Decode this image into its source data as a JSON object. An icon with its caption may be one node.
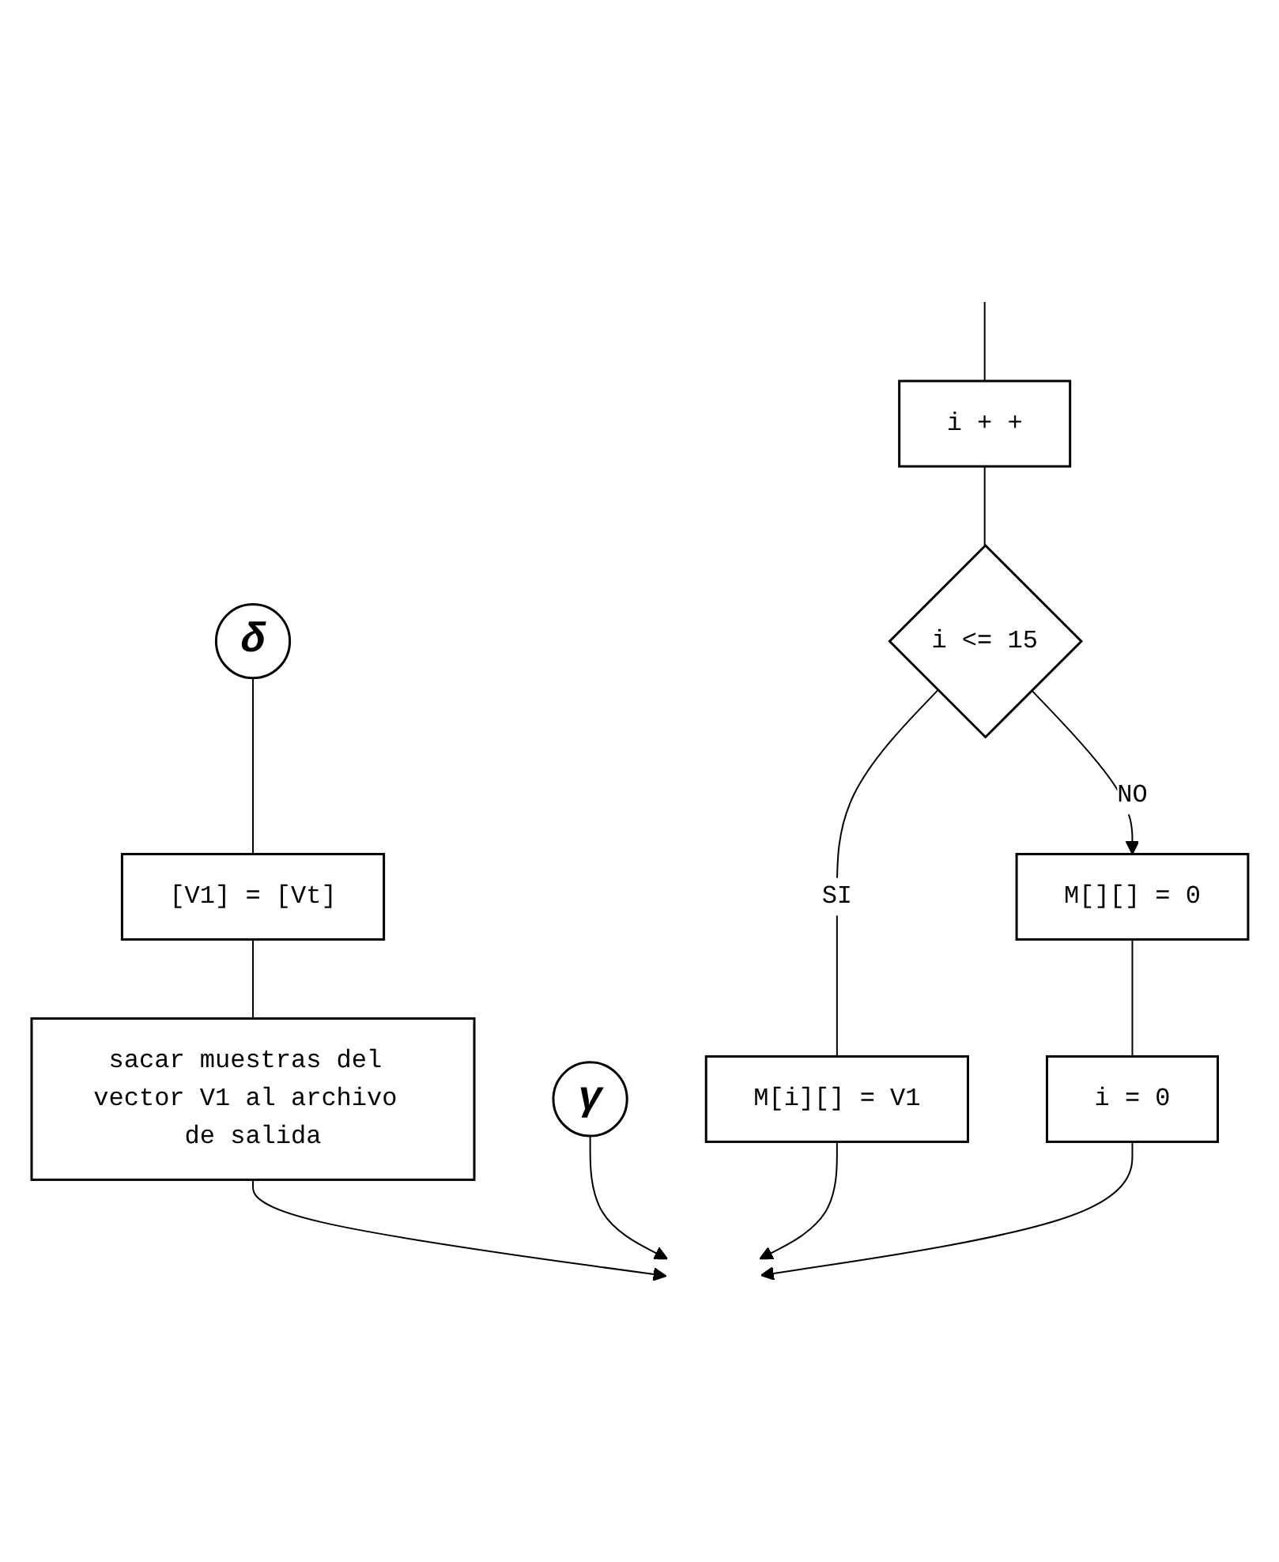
{
  "diagram": {
    "nodes": [
      {
        "text": [
          "δ"
        ]
      },
      {
        "text": [
          "γ"
        ]
      },
      {
        "text": [
          "[V1] = [Vt]"
        ]
      },
      {
        "text": [
          "sacar muestras del vector V1 al archivo de salida"
        ]
      },
      {
        "text": [
          "i + +"
        ]
      },
      {
        "text": [
          "i <= 15"
        ]
      },
      {
        "text": [
          "M[i][] = V1"
        ]
      },
      {
        "text": [
          "M[][] = 0"
        ]
      },
      {
        "text": [
          "i = 0"
        ]
      }
    ],
    "edges": [
      {
        "from": 0,
        "to": 2,
        "arrow": "none"
      },
      {
        "from": 2,
        "to": 3,
        "arrow": "none"
      },
      {
        "from": 3,
        "to": null,
        "arrow": "to"
      },
      {
        "from": null,
        "to": 4,
        "arrow": "none"
      },
      {
        "from": 4,
        "to": 5,
        "arrow": "none"
      },
      {
        "from": 5,
        "to": 6,
        "label": "SI",
        "arrow": "none"
      },
      {
        "from": 5,
        "to": 7,
        "label": "NO",
        "arrow": "to"
      },
      {
        "from": 7,
        "to": 8,
        "arrow": "none"
      },
      {
        "from": 1,
        "to": null,
        "arrow": "to"
      },
      {
        "from": 6,
        "to": null,
        "arrow": "to"
      },
      {
        "from": 8,
        "to": null,
        "arrow": "to"
      }
    ]
  }
}
